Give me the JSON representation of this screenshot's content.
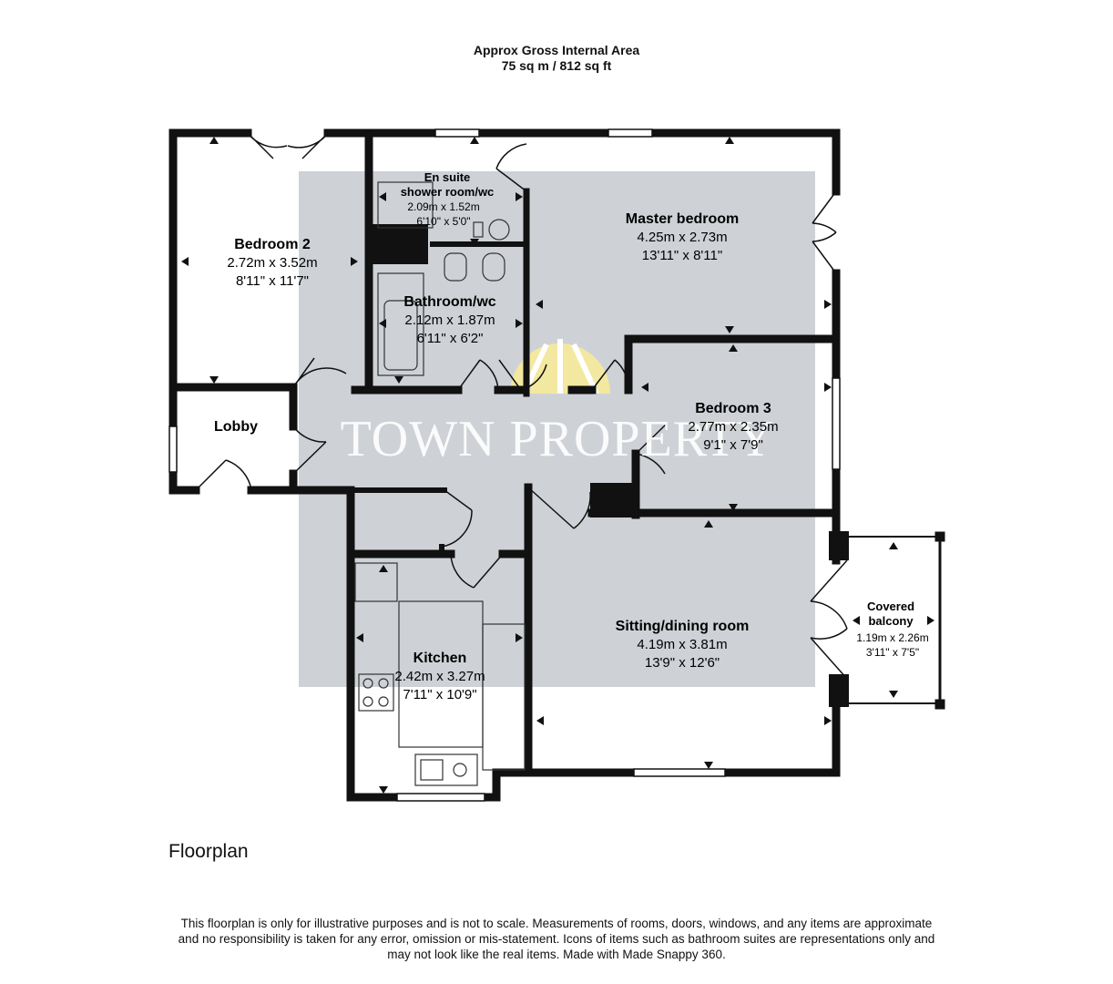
{
  "header": {
    "area_title": "Approx Gross Internal Area",
    "area_value": "75 sq m / 812 sq ft"
  },
  "rooms": {
    "bedroom2": {
      "name": "Bedroom 2",
      "metric": "2.72m x 3.52m",
      "imperial": "8'11\" x 11'7\""
    },
    "ensuite": {
      "name1": "En suite",
      "name2": "shower room/wc",
      "metric": "2.09m x 1.52m",
      "imperial": "6'10\" x 5'0\""
    },
    "master": {
      "name": "Master bedroom",
      "metric": "4.25m x 2.73m",
      "imperial": "13'11\" x 8'11\""
    },
    "bathroom": {
      "name": "Bathroom/wc",
      "metric": "2.12m x 1.87m",
      "imperial": "6'11\" x 6'2\""
    },
    "lobby": {
      "name": "Lobby"
    },
    "bedroom3": {
      "name": "Bedroom 3",
      "metric": "2.77m x 2.35m",
      "imperial": "9'1\" x 7'9\""
    },
    "kitchen": {
      "name": "Kitchen",
      "metric": "2.42m x 3.27m",
      "imperial": "7'11\" x 10'9\""
    },
    "sitting": {
      "name": "Sitting/dining room",
      "metric": "4.19m x 3.81m",
      "imperial": "13'9\" x 12'6\""
    },
    "balcony": {
      "name1": "Covered",
      "name2": "balcony",
      "metric": "1.19m x 2.26m",
      "imperial": "3'11\" x 7'5\""
    }
  },
  "watermark": {
    "text": "TOWN PROPERTY"
  },
  "footer": {
    "label": "Floorplan",
    "disclaimer": [
      "This floorplan is only for illustrative purposes and is not to scale. Measurements of rooms, doors, windows, and any items are approximate",
      "and no responsibility is taken for any error, omission or mis-statement. Icons of items such as bathroom suites are representations only and",
      "may not look like the real items. Made with Made Snappy 360."
    ]
  },
  "colors": {
    "wall": "#111111",
    "watermark_panel": "#c9cdd3",
    "watermark_sun": "#f3e8a0",
    "background": "#ffffff"
  }
}
